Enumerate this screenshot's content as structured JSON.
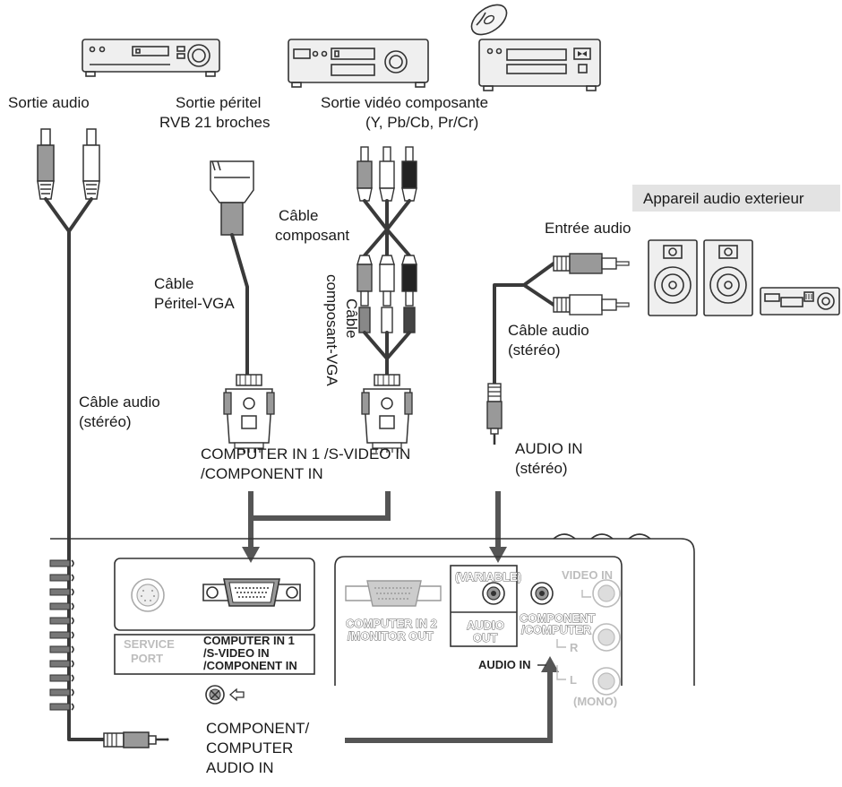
{
  "labels": {
    "sortie_audio": "Sortie audio",
    "sortie_peritel_l1": "Sortie péritel",
    "sortie_peritel_l2": "RVB 21 broches",
    "sortie_video_l1": "Sortie vidéo composante",
    "sortie_video_l2": "(Y, Pb/Cb, Pr/Cr)",
    "appareil_audio": "Appareil audio exterieur",
    "entree_audio": "Entrée audio",
    "cable_composant_l1": "Câble",
    "cable_composant_l2": "composant",
    "cable_peritel_l1": "Câble",
    "cable_peritel_l2": "Péritel-VGA",
    "cable_comp_vga_l1": "Câble",
    "cable_comp_vga_l2": "composant-VGA",
    "cable_audio_right_l1": "Câble audio",
    "cable_audio_right_l2": "(stéréo)",
    "cable_audio_left_l1": "Câble audio",
    "cable_audio_left_l2": "(stéréo)",
    "computer_in_l1": "COMPUTER IN 1 /S-VIDEO IN",
    "computer_in_l2": "/COMPONENT IN",
    "audio_in_l1": "AUDIO IN",
    "audio_in_l2": "(stéréo)",
    "comp_audio_l1": "COMPONENT/",
    "comp_audio_l2": "COMPUTER",
    "comp_audio_l3": "AUDIO IN"
  },
  "panel": {
    "service_l1": "SERVICE",
    "service_l2": "PORT",
    "computer_in1_l1": "COMPUTER  IN  1",
    "computer_in1_l2": "/S-VIDEO  IN",
    "computer_in1_l3": "/COMPONENT  IN",
    "computer_in2_l1": "COMPUTER IN 2",
    "computer_in2_l2": "/MONITOR OUT",
    "variable": "(VARIABLE)",
    "audio_out_l1": "AUDIO",
    "audio_out_l2": "OUT",
    "component_l1": "COMPONENT",
    "component_l2": "/COMPUTER",
    "audio_in_mark": "AUDIO  IN",
    "video_in": "VIDEO  IN",
    "r_mark": "R",
    "l_mark": "L",
    "mono": "(MONO)"
  },
  "icons": [
    "vcr-icon",
    "av-receiver-icon",
    "dvd-player-icon",
    "compact-disc-icon",
    "speaker-icon",
    "amplifier-icon",
    "arrow-left-icon"
  ]
}
